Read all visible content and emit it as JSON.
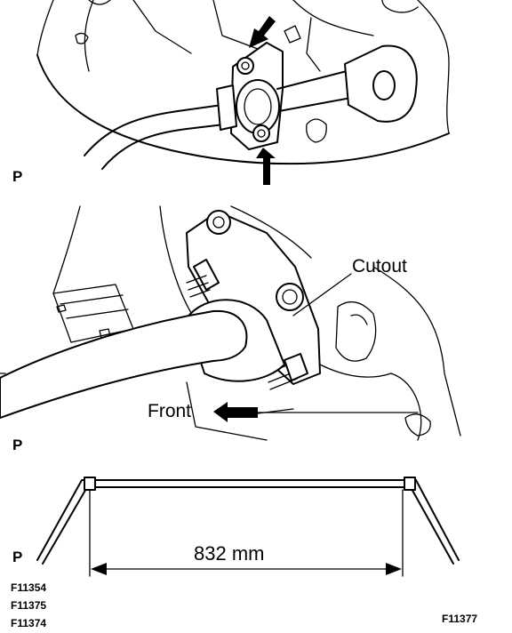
{
  "panels": [
    {
      "mark": "P"
    },
    {
      "mark": "P",
      "callouts": {
        "cutout": "Cutout",
        "front": "Front"
      }
    },
    {
      "mark": "P",
      "dimension": "832 mm"
    }
  ],
  "figure_codes": [
    "F11354",
    "F11375",
    "F11374"
  ],
  "figure_code_main": "F11377"
}
